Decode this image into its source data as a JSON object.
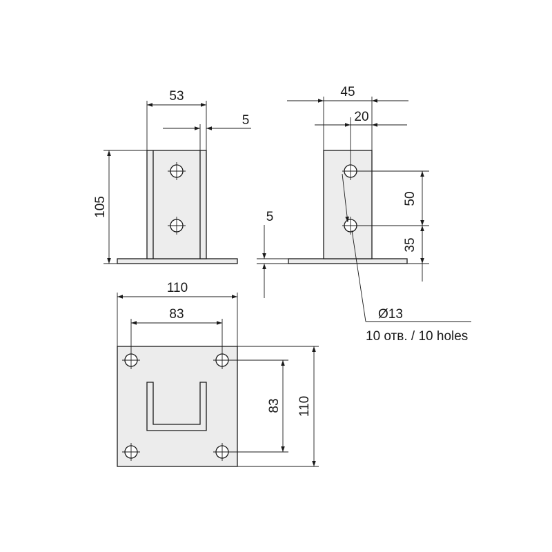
{
  "front_view": {
    "width_label": "53",
    "thickness_label": "5",
    "height_label": "105"
  },
  "side_view": {
    "depth_label": "45",
    "hole_offset_label": "20",
    "hole_spacing_label": "50",
    "hole_bottom_label": "35",
    "plate_thickness_label": "5",
    "hole_diameter_label": "Ø13",
    "holes_note": "10 отв. / 10 holes"
  },
  "plan_view": {
    "overall_width_label": "110",
    "hole_spacing_x_label": "83",
    "hole_spacing_y_label": "83",
    "overall_height_label": "110"
  },
  "colors": {
    "line": "#1a1a1a",
    "part_fill": "#ededed",
    "background": "#ffffff"
  }
}
